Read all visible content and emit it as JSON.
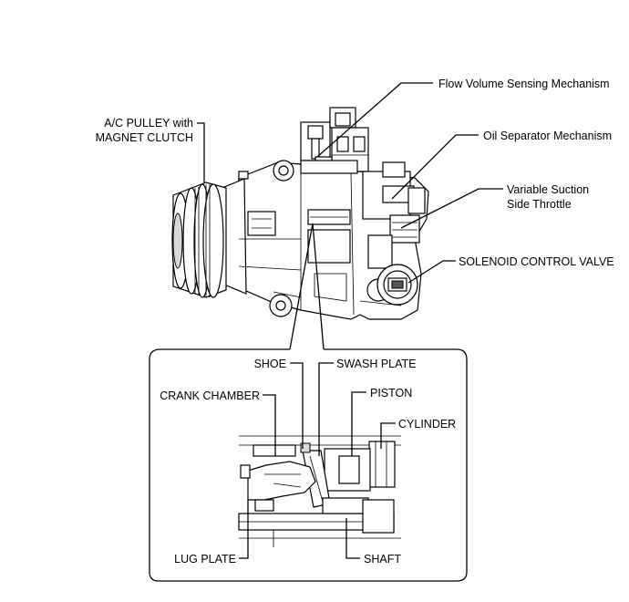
{
  "labels": {
    "ac_pulley_line1": "A/C PULLEY with",
    "ac_pulley_line2": "MAGNET CLUTCH",
    "flow_volume": "Flow Volume Sensing Mechanism",
    "oil_separator": "Oil Separator Mechanism",
    "variable_suction_line1": "Variable Suction",
    "variable_suction_line2": "Side Throttle",
    "solenoid_valve": "SOLENOID CONTROL VALVE"
  },
  "detail_labels": {
    "shoe": "SHOE",
    "swash_plate": "SWASH PLATE",
    "crank_chamber": "CRANK CHAMBER",
    "piston": "PISTON",
    "cylinder": "CYLINDER",
    "lug_plate": "LUG PLATE",
    "shaft": "SHAFT"
  }
}
